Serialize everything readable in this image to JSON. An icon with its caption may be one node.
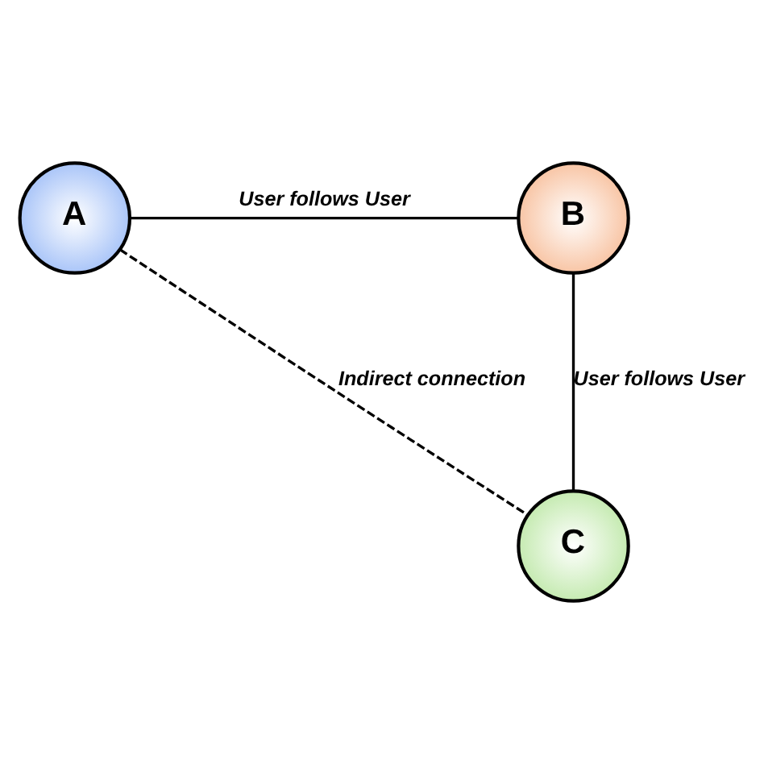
{
  "diagram": {
    "nodes": [
      {
        "text": [
          "A"
        ]
      },
      {
        "text": [
          "B"
        ]
      },
      {
        "text": [
          "C"
        ]
      }
    ],
    "edges": [
      {
        "from": 0,
        "to": 1,
        "arrow": "none",
        "label": "User follows User"
      },
      {
        "from": 1,
        "to": 2,
        "arrow": "none",
        "label": "User follows User"
      },
      {
        "from": 0,
        "to": 2,
        "arrow": "none",
        "style": "dashed",
        "label": "Indirect connection"
      }
    ]
  }
}
